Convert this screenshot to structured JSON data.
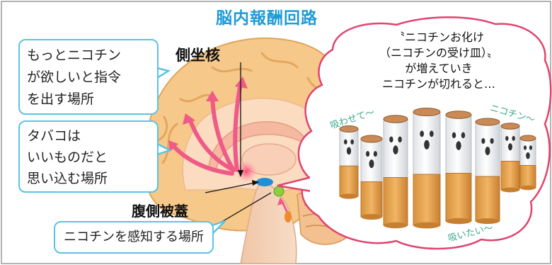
{
  "title": "脳内報酬回路",
  "labels": {
    "nucleus_accumbens": "側坐核",
    "vta": "腹側被蓋"
  },
  "boxes": {
    "command": [
      "もっとニコチン",
      "が欲しいと指令",
      "を出す場所"
    ],
    "good": [
      "タバコは",
      "いいものだと",
      "思い込む場所"
    ],
    "sense": "ニコチンを感知する場所"
  },
  "bubble": {
    "lines": [
      "〝ニコチンお化け",
      "（ニコチンの受け皿）〟",
      "が増えていき",
      "ニコチンが切れると…"
    ],
    "whisper_left": "吸わせて〜",
    "whisper_right": "ニコチン〜",
    "whisper_bottom": "吸いたい〜"
  },
  "colors": {
    "title": "#1d9bd7",
    "box_border": "#5bc3e6",
    "bubble_border": "#e0446e",
    "arrow": "#ef5a86",
    "whisper": "#3aa88a"
  }
}
